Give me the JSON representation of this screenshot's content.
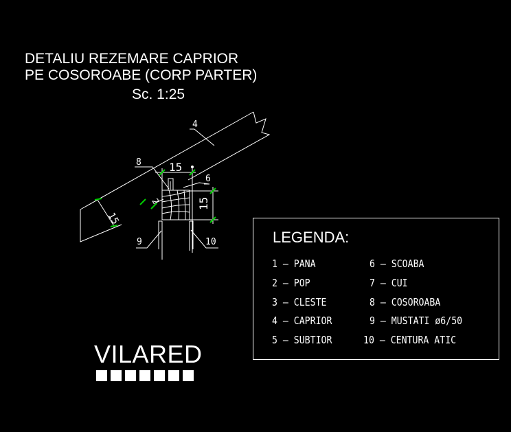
{
  "title": {
    "line1": "DETALIU REZEMARE CAPRIOR",
    "line2": "PE COSOROABE (CORP PARTER)",
    "scale": "Sc. 1:25"
  },
  "drawing": {
    "labels": {
      "caprior_mark": "4",
      "cleste_mark": "8",
      "scoaba_mark": "6",
      "mustati_mark": "9",
      "centura_mark": "10",
      "pop_mark": "2"
    },
    "dimensions": {
      "top_width": "15",
      "right_height": "15",
      "rafter_depth": "15"
    }
  },
  "legend": {
    "title": "LEGENDA:",
    "items": [
      "1 – PANA",
      "2 – POP",
      "3 – CLESTE",
      "4 – CAPRIOR",
      "5 – SUBTIOR",
      "6 – SCOABA",
      "7 – CUI",
      "8 – COSOROABA",
      "9 – MUSTATI ø6/50",
      "10 – CENTURA ATIC"
    ]
  },
  "brand": {
    "name": "VILARED",
    "square_count": 7
  },
  "colors": {
    "background": "#000000",
    "lines": "#ffffff",
    "dimension_ticks": "#00cc00"
  }
}
